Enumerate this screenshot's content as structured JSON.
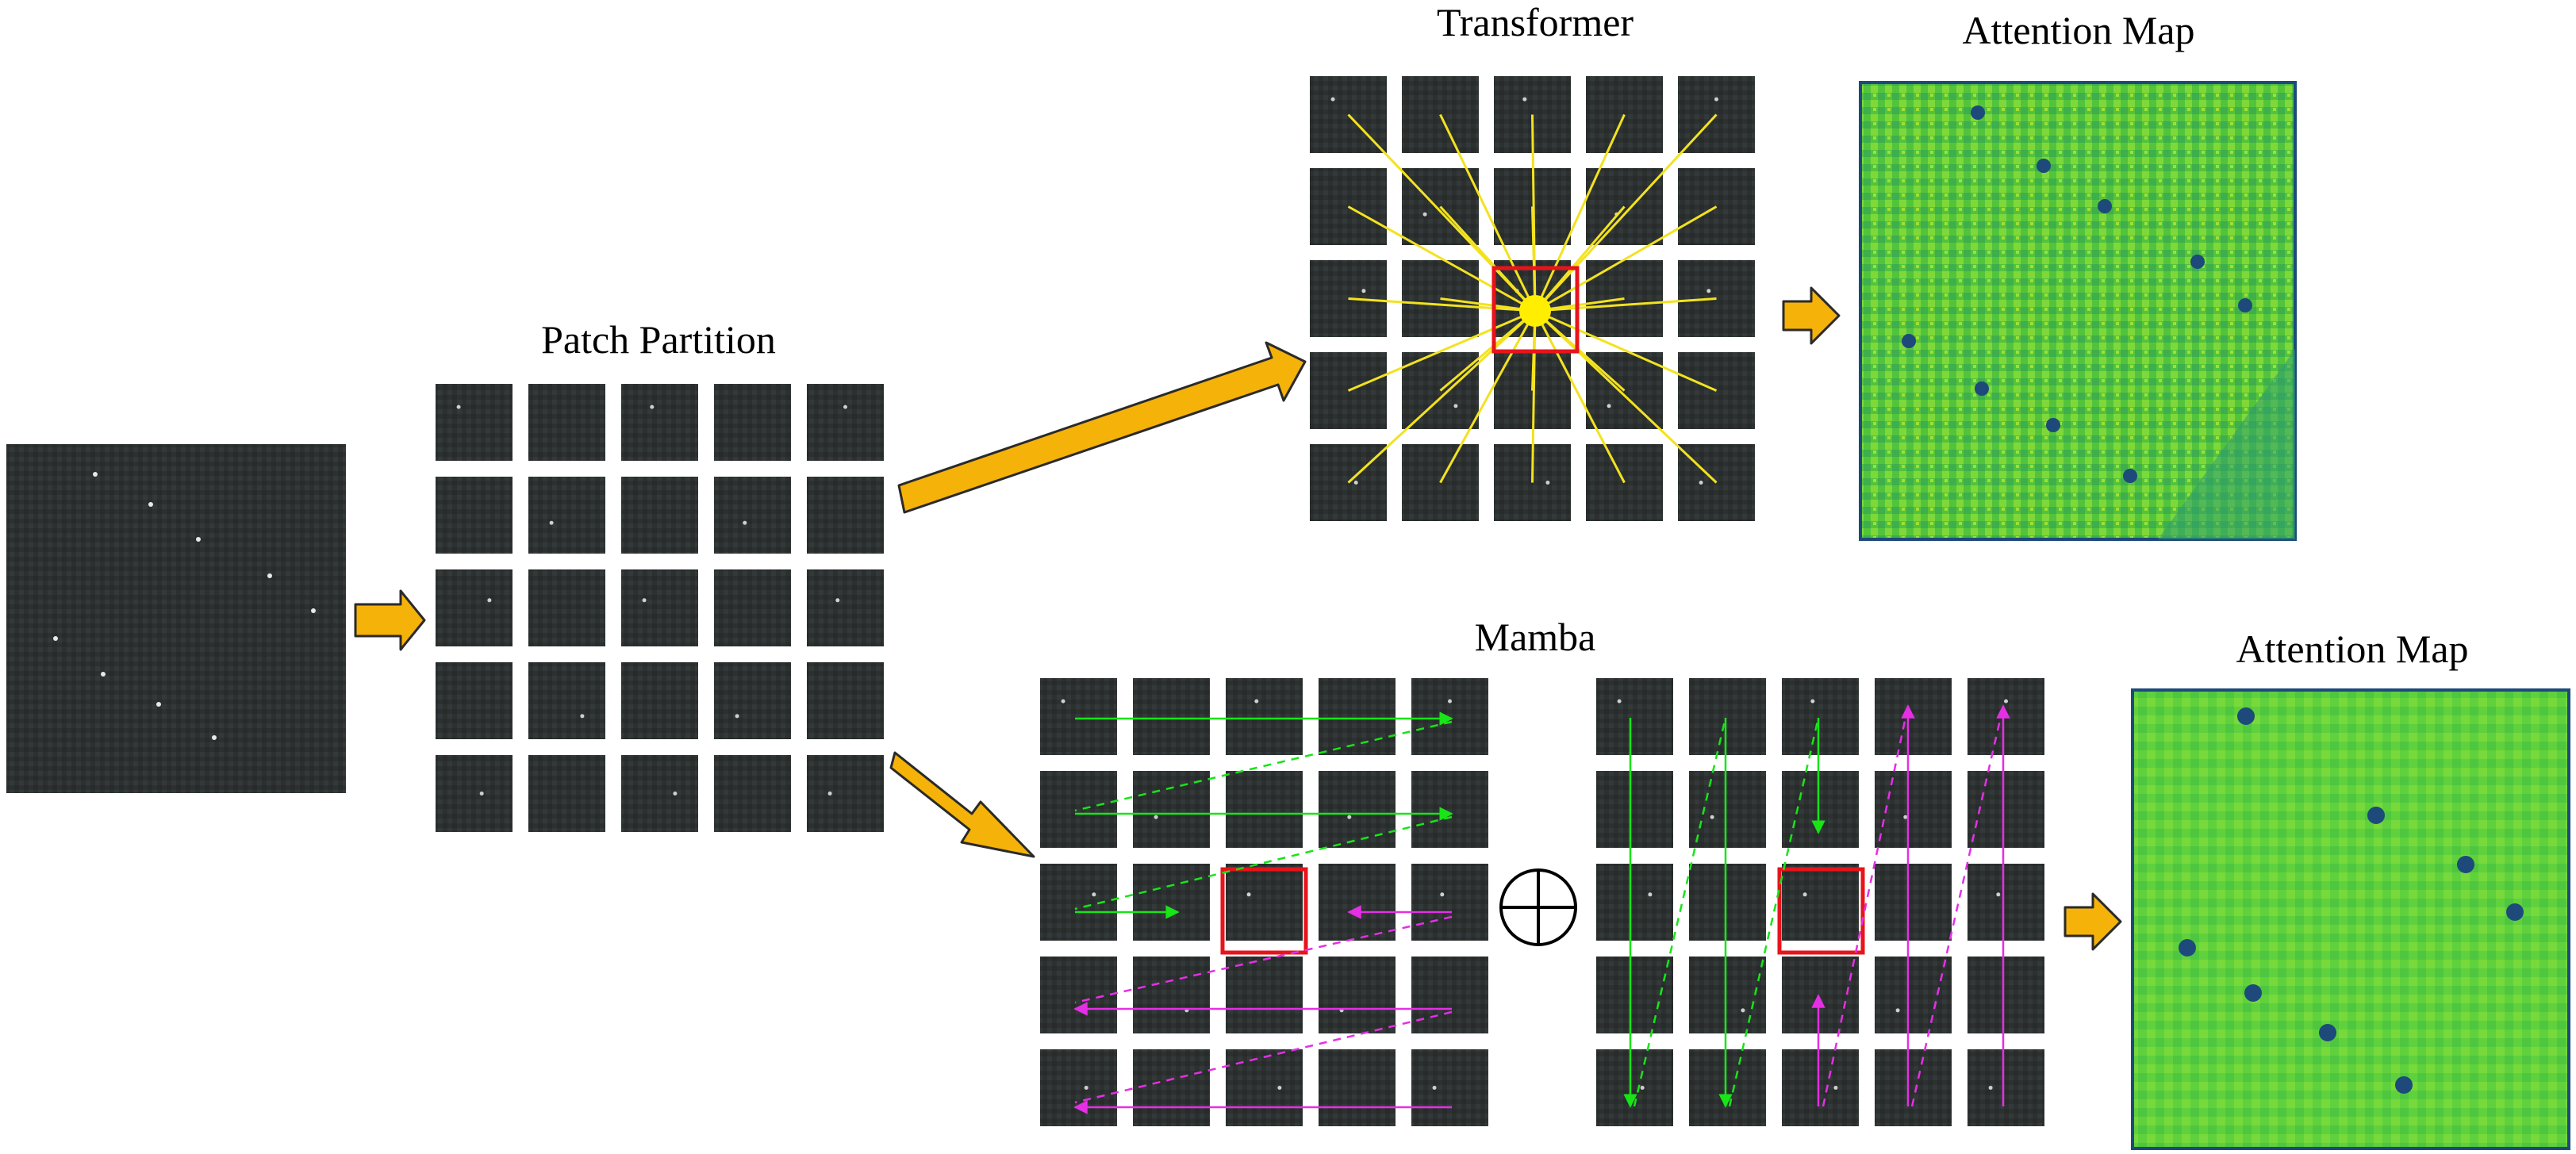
{
  "labels": {
    "patch_partition": "Patch Partition",
    "transformer": "Transformer",
    "mamba": "Mamba",
    "attention_map_top": "Attention Map",
    "attention_map_bottom": "Attention Map"
  },
  "grid": {
    "rows": 5,
    "cols": 5
  },
  "colors": {
    "patch": "#2b302f",
    "transformer_rays": "#f2e220",
    "transformer_center": "#ffee00",
    "highlight_border": "#e8141b",
    "block_arrow": "#f5b208",
    "forward_scan": "#18e418",
    "backward_scan": "#e52fe5",
    "attention_base": "#55c83c",
    "attention_dark": "#1d4a7a"
  },
  "icons": {
    "big_arrow": "block-arrow-icon",
    "combine": "circle-plus-icon"
  }
}
